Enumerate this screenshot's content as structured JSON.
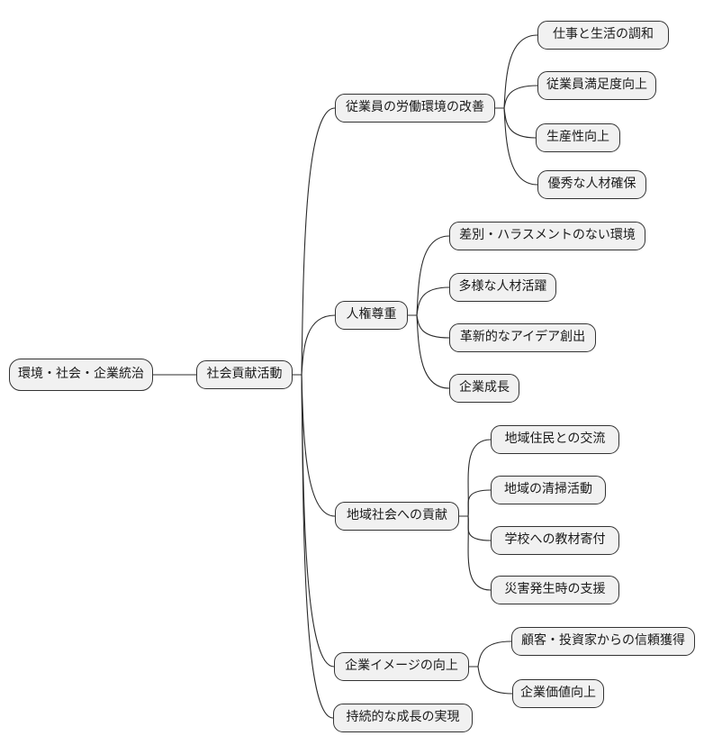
{
  "diagram": {
    "type": "mindmap",
    "colors": {
      "node_fill": "#f1f1f1",
      "node_border": "#333333",
      "edge_stroke": "#2b2b2b",
      "text": "#1a1a1a",
      "background": "#ffffff"
    },
    "nodes": {
      "root": "環境・社会・企業統治",
      "main": "社会貢献活動",
      "b1": "従業員の労働環境の改善",
      "b2": "人権尊重",
      "b3": "地域社会への貢献",
      "b4": "企業イメージの向上",
      "b5": "持続的な成長の実現",
      "c11": "仕事と生活の調和",
      "c12": "従業員満足度向上",
      "c13": "生産性向上",
      "c14": "優秀な人材確保",
      "c21": "差別・ハラスメントのない環境",
      "c22": "多様な人材活躍",
      "c23": "革新的なアイデア創出",
      "c24": "企業成長",
      "c31": "地域住民との交流",
      "c32": "地域の清掃活動",
      "c33": "学校への教材寄付",
      "c34": "災害発生時の支援",
      "c41": "顧客・投資家からの信頼獲得",
      "c42": "企業価値向上"
    },
    "edges": [
      [
        "root",
        "main"
      ],
      [
        "main",
        "b1"
      ],
      [
        "main",
        "b2"
      ],
      [
        "main",
        "b3"
      ],
      [
        "main",
        "b4"
      ],
      [
        "main",
        "b5"
      ],
      [
        "b1",
        "c11"
      ],
      [
        "b1",
        "c12"
      ],
      [
        "b1",
        "c13"
      ],
      [
        "b1",
        "c14"
      ],
      [
        "b2",
        "c21"
      ],
      [
        "b2",
        "c22"
      ],
      [
        "b2",
        "c23"
      ],
      [
        "b2",
        "c24"
      ],
      [
        "b3",
        "c31"
      ],
      [
        "b3",
        "c32"
      ],
      [
        "b3",
        "c33"
      ],
      [
        "b3",
        "c34"
      ],
      [
        "b4",
        "c41"
      ],
      [
        "b4",
        "c42"
      ]
    ]
  }
}
